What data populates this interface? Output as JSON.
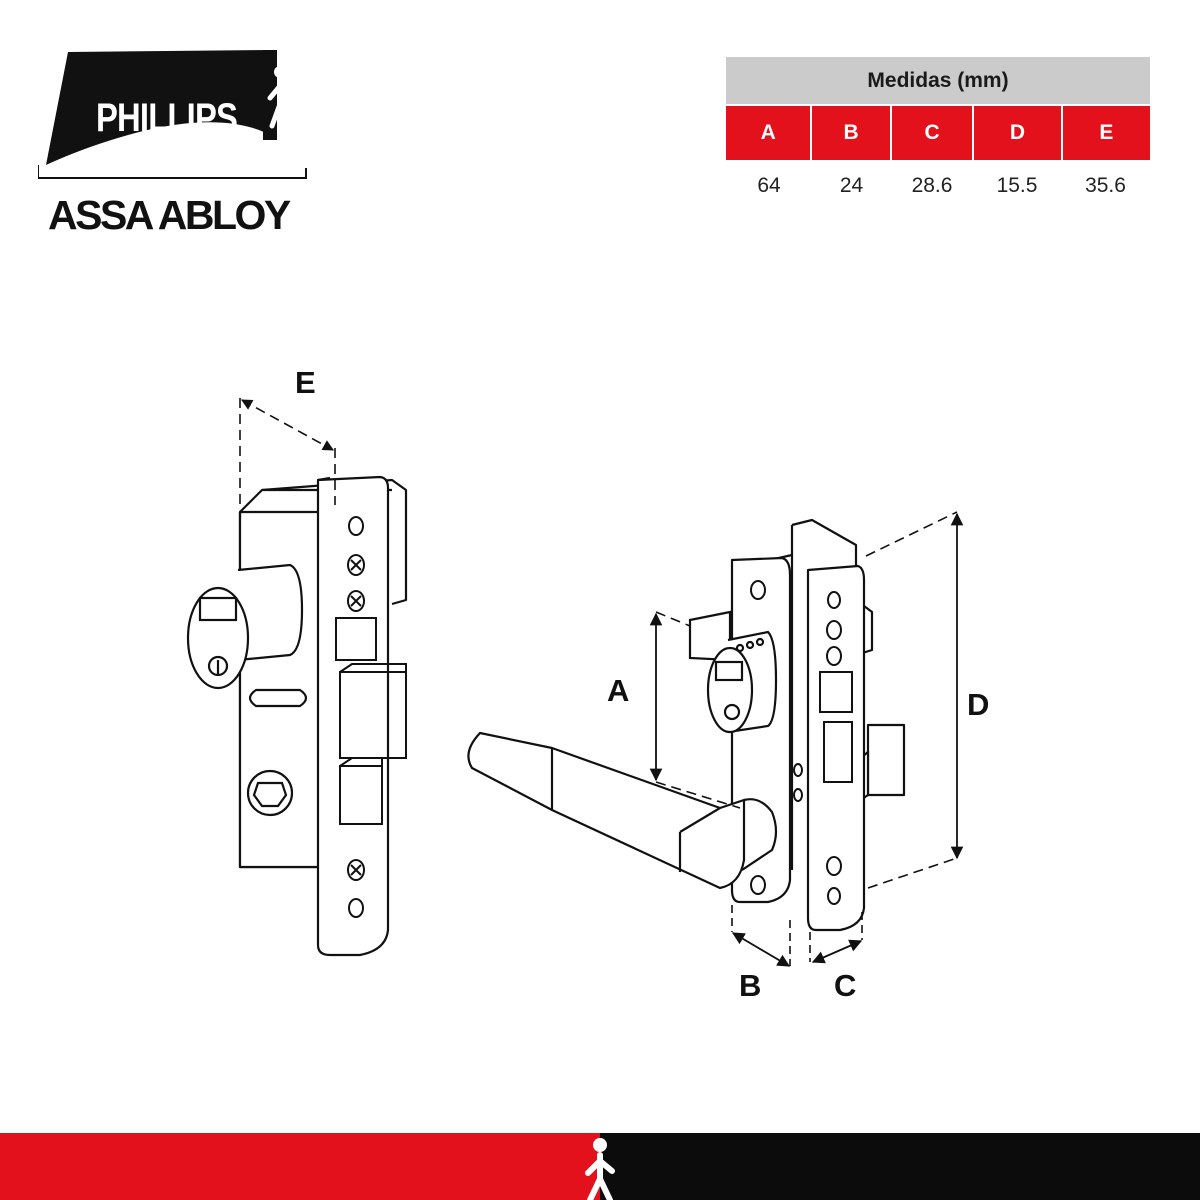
{
  "logo": {
    "brand": "PHILLIPS",
    "sub": "ASSA ABLOY",
    "icon": "walking-person-icon"
  },
  "measures": {
    "title": "Medidas (mm)",
    "headers": [
      "A",
      "B",
      "C",
      "D",
      "E"
    ],
    "values": [
      "64",
      "24",
      "28.6",
      "15.5",
      "35.6"
    ]
  },
  "diagram": {
    "labels": {
      "a": "A",
      "b": "B",
      "c": "C",
      "d": "D",
      "e": "E"
    }
  },
  "colors": {
    "accent": "#e2111b",
    "header_gray": "#cbcbcb",
    "footer_dark": "#0c0c0c"
  }
}
